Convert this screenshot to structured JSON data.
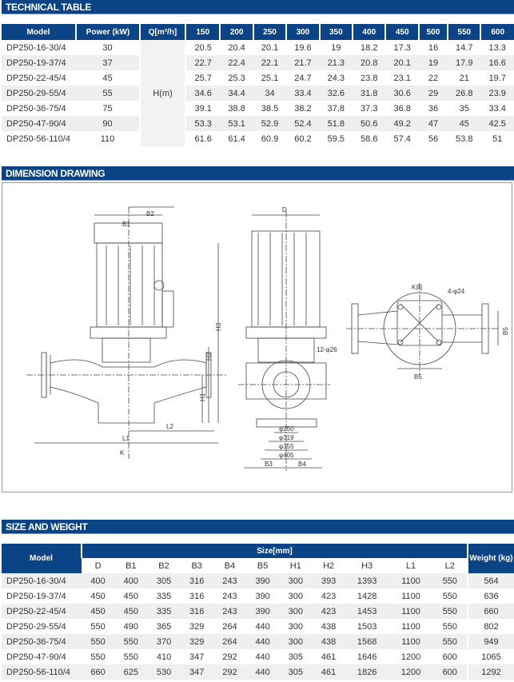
{
  "sections": {
    "tech": "TECHNICAL TABLE",
    "drawing": "DIMENSION DRAWING",
    "size": "SIZE AND WEIGHT"
  },
  "tech_table": {
    "headers": {
      "model": "Model",
      "power": "Power (kW)",
      "q": "Q[m³/h]",
      "h": "H(m)"
    },
    "flows": [
      "150",
      "200",
      "250",
      "300",
      "350",
      "400",
      "450",
      "500",
      "550",
      "600"
    ],
    "rows": [
      {
        "model": "DP250-16-30/4",
        "power": "30",
        "h": [
          "20.5",
          "20.4",
          "20.1",
          "19.6",
          "19",
          "18.2",
          "17.3",
          "16",
          "14.7",
          "13.3"
        ]
      },
      {
        "model": "DP250-19-37/4",
        "power": "37",
        "h": [
          "22.7",
          "22.4",
          "22.1",
          "21.7",
          "21.3",
          "20.8",
          "20.1",
          "19",
          "17.9",
          "16.6"
        ]
      },
      {
        "model": "DP250-22-45/4",
        "power": "45",
        "h": [
          "25.7",
          "25.3",
          "25.1",
          "24.7",
          "24.3",
          "23.8",
          "23.1",
          "22",
          "21",
          "19.7"
        ]
      },
      {
        "model": "DP250-29-55/4",
        "power": "55",
        "h": [
          "34.6",
          "34.4",
          "34",
          "33.4",
          "32.6",
          "31.8",
          "30.6",
          "29",
          "26.8",
          "23.9"
        ]
      },
      {
        "model": "DP250-36-75/4",
        "power": "75",
        "h": [
          "39.1",
          "38.8",
          "38.5",
          "38.2",
          "37,8",
          "37.3",
          "36.8",
          "36",
          "35",
          "33.4"
        ]
      },
      {
        "model": "DP250-47-90/4",
        "power": "90",
        "h": [
          "53.3",
          "53.1",
          "52.9",
          "52.4",
          "51.8",
          "50.6",
          "49.2",
          "47",
          "45",
          "42.5"
        ]
      },
      {
        "model": "DP250-56-110/4",
        "power": "110",
        "h": [
          "61.6",
          "61.4",
          "60.9",
          "60.2",
          "59.5",
          "58.6",
          "57.4",
          "56",
          "53.8",
          "51"
        ]
      }
    ]
  },
  "drawing_labels": {
    "b1": "B1",
    "b2": "B2",
    "h1": "H1",
    "h2": "H2",
    "h3": "H3",
    "l1": "L1",
    "l2": "L2",
    "k": "K",
    "d": "D",
    "p250": "φ250",
    "p319": "φ319",
    "p355": "φ355",
    "p405": "φ405",
    "b3": "B3",
    "b4": "B4",
    "holes12": "12-φ26",
    "kview": "K向",
    "holes4": "4-φ24",
    "b5": "B5"
  },
  "size_table": {
    "headers": {
      "model": "Model",
      "size": "Size[mm]",
      "weight": "Weight (kg)"
    },
    "dims": [
      "D",
      "B1",
      "B2",
      "B3",
      "B4",
      "B5",
      "H1",
      "H2",
      "H3",
      "L1",
      "L2"
    ],
    "rows": [
      {
        "model": "DP250-16-30/4",
        "v": [
          "400",
          "400",
          "305",
          "316",
          "243",
          "390",
          "300",
          "393",
          "1393",
          "1100",
          "550"
        ],
        "w": "564"
      },
      {
        "model": "DP250-19-37/4",
        "v": [
          "450",
          "450",
          "335",
          "316",
          "243",
          "390",
          "300",
          "423",
          "1428",
          "1100",
          "550"
        ],
        "w": "636"
      },
      {
        "model": "DP250-22-45/4",
        "v": [
          "450",
          "450",
          "335",
          "316",
          "243",
          "390",
          "300",
          "423",
          "1453",
          "1100",
          "550"
        ],
        "w": "660"
      },
      {
        "model": "DP250-29-55/4",
        "v": [
          "550",
          "490",
          "365",
          "329",
          "264",
          "440",
          "300",
          "438",
          "1503",
          "1100",
          "550"
        ],
        "w": "802"
      },
      {
        "model": "DP250-36-75/4",
        "v": [
          "550",
          "550",
          "370",
          "329",
          "264",
          "440",
          "300",
          "438",
          "1568",
          "1100",
          "550"
        ],
        "w": "949"
      },
      {
        "model": "DP250-47-90/4",
        "v": [
          "550",
          "550",
          "410",
          "347",
          "292",
          "440",
          "305",
          "461",
          "1646",
          "1200",
          "600"
        ],
        "w": "1065"
      },
      {
        "model": "DP250-56-110/4",
        "v": [
          "660",
          "625",
          "530",
          "347",
          "292",
          "440",
          "305",
          "461",
          "1826",
          "1200",
          "600"
        ],
        "w": "1292"
      }
    ]
  }
}
